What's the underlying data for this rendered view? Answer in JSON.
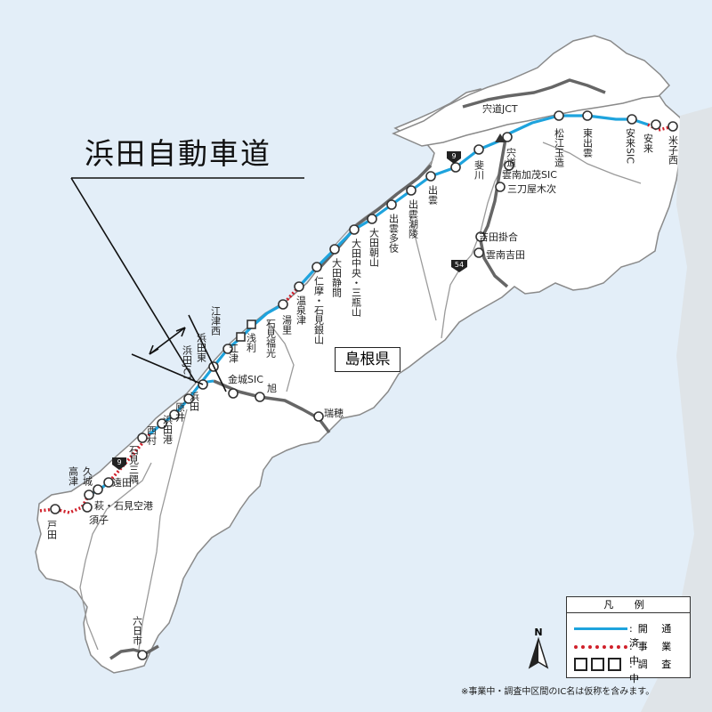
{
  "title": "浜田自動車道",
  "prefecture": "島根県",
  "legend": {
    "heading": "凡 例",
    "items": [
      {
        "label": ":開 通 済",
        "type": "open"
      },
      {
        "label": ":事 業 中",
        "type": "construction"
      },
      {
        "label": ":調 査 中",
        "type": "survey"
      }
    ]
  },
  "north_label": "N",
  "footnote": "※事業中・調査中区間のIC名は仮称を含みます。",
  "route_numbers": [
    "9",
    "9",
    "54"
  ],
  "colors": {
    "open": "#1ea3dd",
    "construction": "#d0202a",
    "survey": "#222222",
    "land": "#ffffff",
    "sea": "#e3eef8",
    "road": "#666666"
  },
  "labels": {
    "yonago_nishi": "米子西",
    "yasugi": "安来",
    "yasugi_sic": "安来SIC",
    "higashi_izumo": "東出雲",
    "matsue_tamatsukuri": "松江玉造",
    "shinji_jct": "宍道JCT",
    "shinji": "宍道",
    "unnan_kamo_sic": "雲南加茂SIC",
    "mitoya_kitsugi": "三刀屋木次",
    "yoshida_kakeai": "吉田掛合",
    "unnan_yoshida": "雲南吉田",
    "hikawa": "斐川",
    "izumo": "出雲",
    "izumo_koryo": "出雲湖陵",
    "izumo_taisha": "出雲多伎",
    "oda_asayama": "大田朝山",
    "oda_chuo_sanbe": "大田中央・三瓶山",
    "oda_shizuma": "大田静間",
    "nima_iwami_ginzan": "仁摩・石見銀山",
    "yunotsu_onsen": "温泉津",
    "yusato": "湯里",
    "iwami_fukumitsu": "石見福光",
    "asari": "浅利",
    "gotsu": "江津",
    "gotsu_nishi": "江津西",
    "hamada_higashi": "浜田東",
    "hamada_jct": "浜田JCT",
    "hamada": "浜田",
    "kanagi_sic": "金城SIC",
    "asahi": "旭",
    "mizuho": "瑞穂",
    "harai": "原井",
    "hamada_ko": "浜田港",
    "nishimura": "西村",
    "iwami_misumi": "石見三隅",
    "todaguchi": "遠田",
    "kushiro": "久城",
    "takatsu": "高津",
    "hagi_iwami_airport": "萩・石見空港",
    "suko": "須子",
    "toda": "戸田",
    "muika_ichi": "六日市"
  }
}
